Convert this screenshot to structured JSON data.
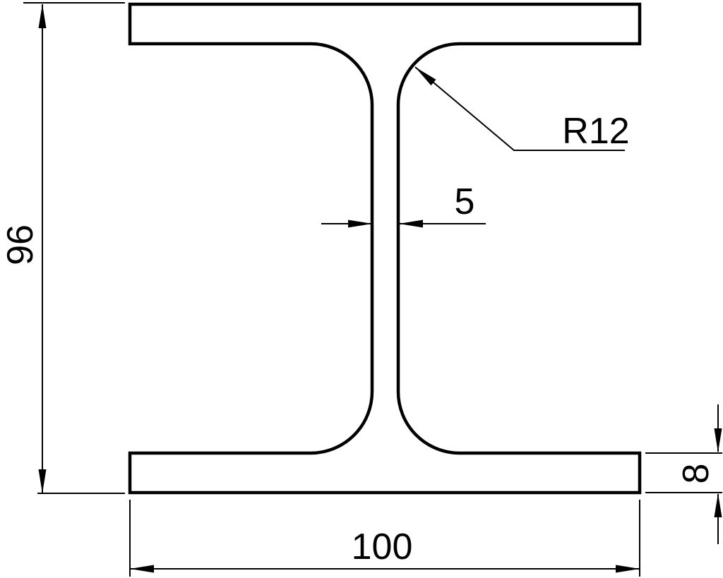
{
  "drawing": {
    "background_color": "#ffffff",
    "line_color": "#000000",
    "labels": {
      "height": "96",
      "width": "100",
      "web_thickness": "5",
      "flange_thickness": "8",
      "fillet_radius": "R12"
    },
    "values": {
      "height": 96,
      "width": 100,
      "web_thickness": 5,
      "flange_thickness": 8,
      "fillet_radius": 12
    }
  }
}
